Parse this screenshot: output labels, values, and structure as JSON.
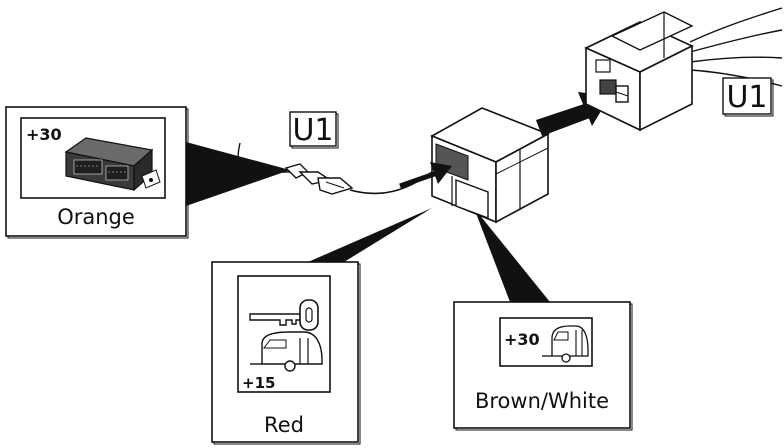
{
  "connector_labels": {
    "left": "U1",
    "right": "U1"
  },
  "orange_box": {
    "badge": "+30",
    "label": "Orange",
    "icon": "control-unit-icon"
  },
  "red_box": {
    "badge": "+15",
    "label": "Red",
    "icons": [
      "ignition-key-icon",
      "caravan-icon"
    ]
  },
  "brown_white_box": {
    "badge": "+30",
    "label": "Brown/White",
    "icon": "caravan-icon"
  },
  "colors": {
    "line": "#111111",
    "connector_face": "#ffffff",
    "unit_body": "#3a3a3a"
  }
}
